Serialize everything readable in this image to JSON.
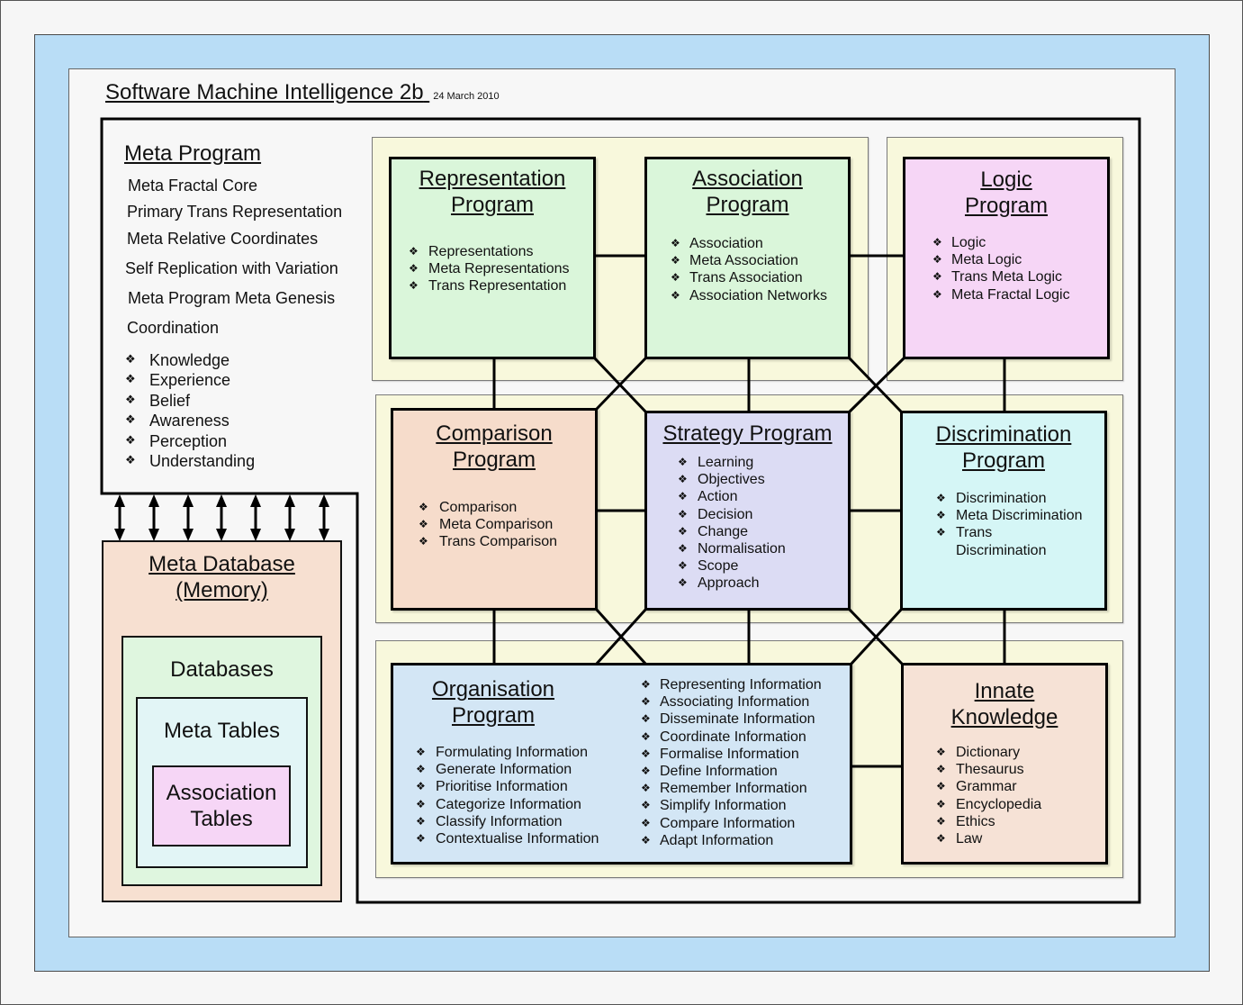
{
  "header": {
    "title": "Software Machine Intelligence 2b",
    "date": "24 March 2010"
  },
  "bullet_glyph": "❖",
  "colors": {
    "outer_frame": "#b9ddf6",
    "panel": "#f8f8dc",
    "representation": "#daf6da",
    "association": "#daf6da",
    "logic": "#f6d6f6",
    "comparison": "#f6dccb",
    "strategy": "#dcdcf4",
    "discrimination": "#d5f6f6",
    "organisation": "#d3e6f5",
    "innate_knowledge": "#f6e2d6",
    "meta_database": "#f7e0d1",
    "databases": "#dff6df",
    "meta_tables": "#e2f5f6",
    "association_tables": "#f6d6f6"
  },
  "meta_program": {
    "title": "Meta Program",
    "items": [
      "Meta Fractal Core",
      "Primary Trans Representation",
      "Meta Relative Coordinates",
      "Self Replication with Variation",
      "Meta Program Meta Genesis",
      "Coordination"
    ],
    "bullets": [
      "Knowledge",
      "Experience",
      "Belief",
      "Awareness",
      "Perception",
      "Understanding"
    ]
  },
  "meta_database": {
    "title_lines": [
      "Meta Database",
      "(Memory)"
    ],
    "databases": "Databases",
    "meta_tables": "Meta Tables",
    "association_tables_lines": [
      "Association",
      "Tables"
    ]
  },
  "programs": {
    "representation": {
      "title_lines": [
        "Representation",
        "Program"
      ],
      "items": [
        "Representations",
        "Meta Representations",
        "Trans Representation"
      ]
    },
    "association": {
      "title_lines": [
        "Association",
        "Program"
      ],
      "items": [
        "Association",
        "Meta Association",
        "Trans Association",
        "Association Networks"
      ]
    },
    "logic": {
      "title_lines": [
        "Logic",
        "Program"
      ],
      "items": [
        "Logic",
        "Meta Logic",
        "Trans Meta Logic",
        "Meta Fractal Logic"
      ]
    },
    "comparison": {
      "title_lines": [
        "Comparison",
        "Program"
      ],
      "items": [
        "Comparison",
        "Meta Comparison",
        "Trans Comparison"
      ]
    },
    "strategy": {
      "title_lines": [
        "Strategy Program"
      ],
      "items": [
        "Learning",
        "Objectives",
        "Action",
        "Decision",
        "Change",
        "Normalisation",
        "Scope",
        "Approach"
      ]
    },
    "discrimination": {
      "title_lines": [
        "Discrimination",
        "Program"
      ],
      "items": [
        "Discrimination",
        "Meta Discrimination",
        "Trans Discrimination"
      ]
    },
    "organisation": {
      "title_lines": [
        "Organisation",
        "Program"
      ],
      "items_left": [
        "Formulating Information",
        "Generate Information",
        "Prioritise Information",
        "Categorize Information",
        "Classify Information",
        "Contextualise Information"
      ],
      "items_right": [
        "Representing Information",
        "Associating Information",
        "Disseminate Information",
        "Coordinate Information",
        "Formalise Information",
        "Define Information",
        "Remember Information",
        "Simplify Information",
        "Compare Information",
        "Adapt Information"
      ]
    },
    "innate_knowledge": {
      "title_lines": [
        "Innate",
        "Knowledge"
      ],
      "items": [
        "Dictionary",
        "Thesaurus",
        "Grammar",
        "Encyclopedia",
        "Ethics",
        "Law"
      ]
    }
  }
}
